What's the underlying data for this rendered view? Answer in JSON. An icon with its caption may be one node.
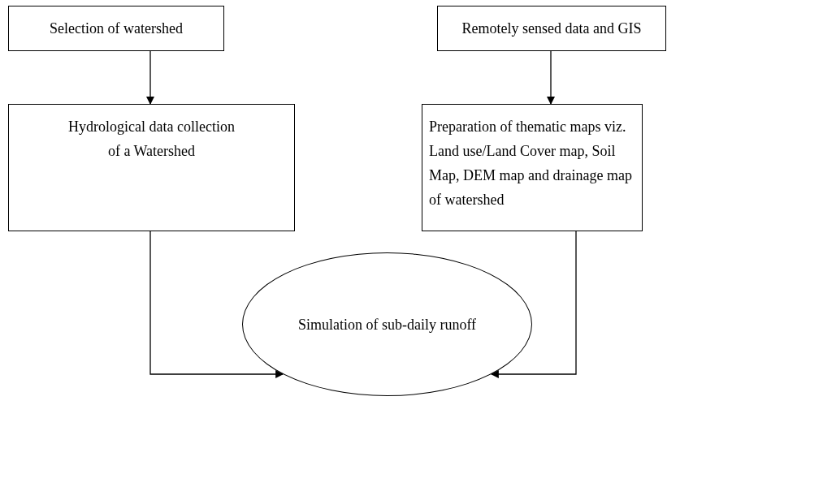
{
  "diagram": {
    "nodes": [
      {
        "text": [
          "Selection of watershed"
        ]
      },
      {
        "text": [
          "Remotely sensed data and GIS"
        ]
      },
      {
        "text": [
          "Hydrological data collection of a Watershed"
        ]
      },
      {
        "text": [
          "Preparation of thematic maps viz. Land use/Land Cover map, Soil Map, DEM map and drainage map of watershed"
        ]
      },
      {
        "text": [
          "Simulation of sub-daily runoff"
        ]
      }
    ],
    "edges": [
      {
        "from": 0,
        "to": 2,
        "arrow": "to"
      },
      {
        "from": 1,
        "to": 3,
        "arrow": "to"
      },
      {
        "from": 2,
        "to": 4,
        "arrow": "to"
      },
      {
        "from": 3,
        "to": 4,
        "arrow": "to"
      }
    ]
  }
}
